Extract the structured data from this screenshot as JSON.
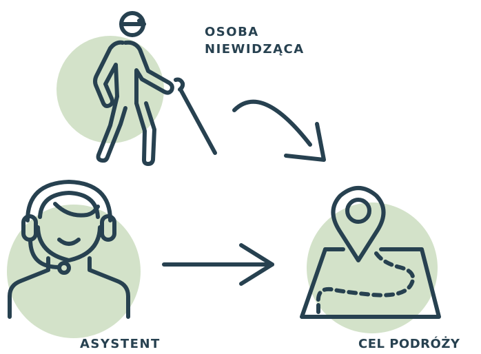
{
  "colors": {
    "circle": "#d3e2c9",
    "stroke": "#274150",
    "text": "#274150"
  },
  "labels": {
    "blind_person_line1": "OSOBA",
    "blind_person_line2": "NIEWIDZĄCA",
    "assistant": "ASYSTENT",
    "destination": "CEL PODRÓŻY"
  },
  "icons": {
    "blind_person": "blind-person-with-cane-icon",
    "assistant": "headset-operator-icon",
    "destination": "map-pin-route-icon",
    "arrow_curved": "curved-arrow-icon",
    "arrow_straight": "straight-arrow-icon"
  }
}
